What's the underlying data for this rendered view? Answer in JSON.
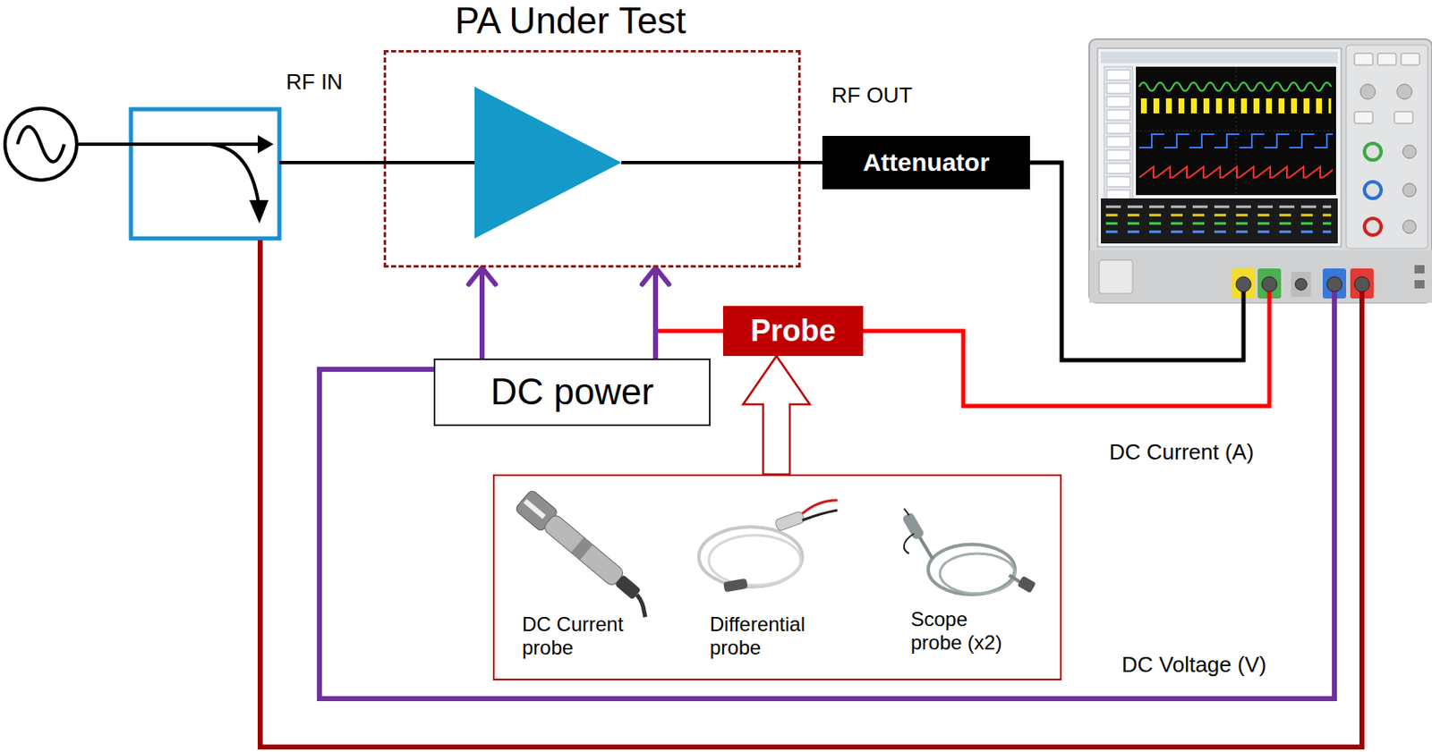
{
  "diagram": {
    "nodes": [
      {
        "text": [
          "PA Under Test"
        ]
      },
      {
        "text": [
          "Attenuator"
        ]
      },
      {
        "text": [
          "Probe"
        ]
      },
      {
        "text": [
          "DC power"
        ]
      },
      {
        "text": [
          "DC Current probe",
          "Differential probe",
          "Scope probe (x2)"
        ]
      }
    ],
    "edges": [
      {
        "from": 0,
        "to": 1,
        "arrow": "none"
      },
      {
        "from": 3,
        "to": 0,
        "arrow": "to"
      },
      {
        "from": 3,
        "to": 0,
        "arrow": "to"
      },
      {
        "from": 4,
        "to": 2,
        "arrow": "to"
      }
    ],
    "labels": [
      "RF IN",
      "RF OUT",
      "DC Current (A)",
      "DC Voltage (V)"
    ]
  }
}
